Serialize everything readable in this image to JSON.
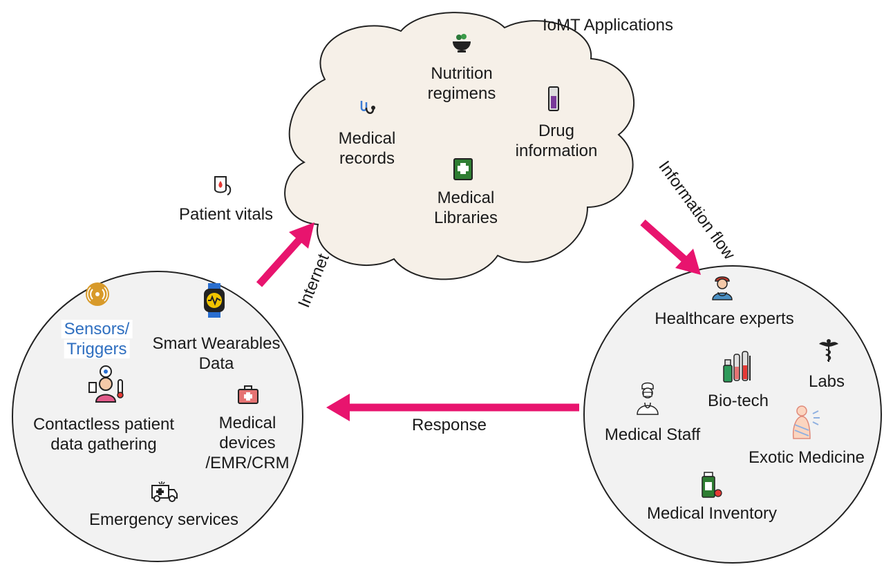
{
  "cloud": {
    "title": "IoMT Applications",
    "items": {
      "nutrition": "Nutrition regimens",
      "medical_records": "Medical records",
      "drug_information": "Drug information",
      "medical_libraries": "Medical Libraries"
    }
  },
  "patient_circle": {
    "items": {
      "sensors": "Sensors/ Triggers",
      "smart_wearables": "Smart Wearables Data",
      "contactless": "Contactless patient data gathering",
      "medical_devices": "Medical devices /EMR/CRM",
      "emergency": "Emergency services"
    }
  },
  "expert_circle": {
    "items": {
      "healthcare_experts": "Healthcare experts",
      "labs": "Labs",
      "bio_tech": "Bio-tech",
      "medical_staff": "Medical Staff",
      "exotic_medicine": "Exotic Medicine",
      "medical_inventory": "Medical Inventory"
    }
  },
  "flows": {
    "patient_vitals": "Patient vitals",
    "internet": "Internet",
    "information_flow": "Information flow",
    "response": "Response"
  },
  "colors": {
    "arrow": "#e8146e",
    "cloud_fill": "#f6f0e8",
    "circle_fill": "#f2f2f2",
    "highlight_text": "#2f6fc0"
  },
  "icons": {
    "nutrition": "bowl-food-icon",
    "medical_records": "stethoscope-icon",
    "drug_information": "test-tube-icon",
    "medical_libraries": "medical-book-icon",
    "patient_vitals": "blood-bag-icon",
    "sensors": "sensor-signal-icon",
    "smart_wearables": "smartwatch-icon",
    "contactless": "patient-thermometer-icon",
    "medical_devices": "first-aid-kit-icon",
    "emergency": "ambulance-icon",
    "healthcare_experts": "doctor-icon",
    "labs": "caduceus-icon",
    "bio_tech": "lab-vials-icon",
    "medical_staff": "medical-staff-icon",
    "exotic_medicine": "therapy-icon",
    "medical_inventory": "medicine-bottle-icon"
  }
}
